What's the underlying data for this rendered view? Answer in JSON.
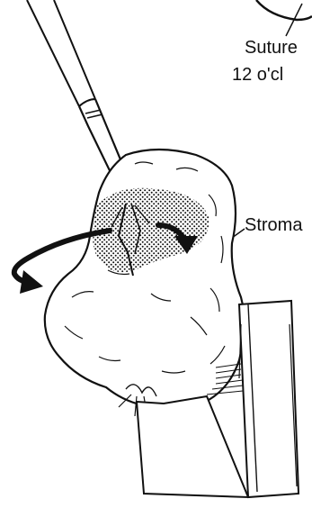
{
  "labels": {
    "suture": "Suture",
    "clock": "12 o'cl",
    "stroma": "Stroma"
  },
  "colors": {
    "ink": "#111111",
    "background": "#ffffff"
  }
}
